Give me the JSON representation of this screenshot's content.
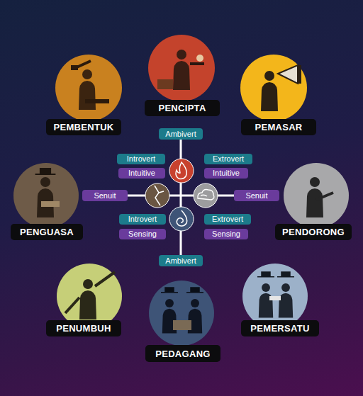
{
  "diagram": {
    "nodes": [
      {
        "text": [
          "PENCIPTA"
        ]
      },
      {
        "text": [
          "PEMBENTUK"
        ]
      },
      {
        "text": [
          "PEMASAR"
        ]
      },
      {
        "text": [
          "Ambivert"
        ]
      },
      {
        "text": [
          "Introvert"
        ]
      },
      {
        "text": [
          "Extrovert"
        ]
      },
      {
        "text": [
          "Intuitive"
        ]
      },
      {
        "text": [
          "Intuitive"
        ]
      },
      {
        "text": [
          "Senuit"
        ]
      },
      {
        "text": [
          "Senuit"
        ]
      },
      {
        "text": [
          "Introvert"
        ]
      },
      {
        "text": [
          "Extrovert"
        ]
      },
      {
        "text": [
          "PENGUASA"
        ]
      },
      {
        "text": [
          "PENDORONG"
        ]
      },
      {
        "text": [
          "Sensing"
        ]
      },
      {
        "text": [
          "Sensing"
        ]
      },
      {
        "text": [
          "Ambivert"
        ]
      },
      {
        "text": [
          "PENUMBUH"
        ]
      },
      {
        "text": [
          "PEMERSATU"
        ]
      },
      {
        "text": [
          "PEDAGANG"
        ]
      }
    ],
    "edges": [
      {
        "from": 3,
        "to": 16,
        "arrow": "none"
      },
      {
        "from": 8,
        "to": 9,
        "arrow": "none"
      }
    ]
  }
}
